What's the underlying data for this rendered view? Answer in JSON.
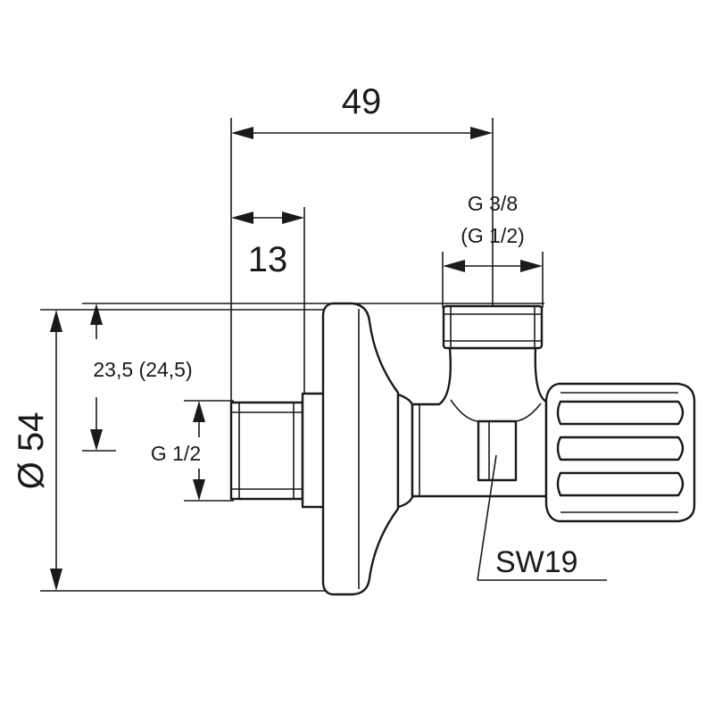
{
  "dimensions": {
    "overall_width": "49",
    "spigot_length": "13",
    "outlet_thread": "G 3/8",
    "outlet_thread_alt": "(G 1/2)",
    "offset": "23,5 (24,5)",
    "inlet_thread": "G 1/2",
    "rosette_diameter": "Ø 54",
    "wrench_size": "SW19"
  }
}
